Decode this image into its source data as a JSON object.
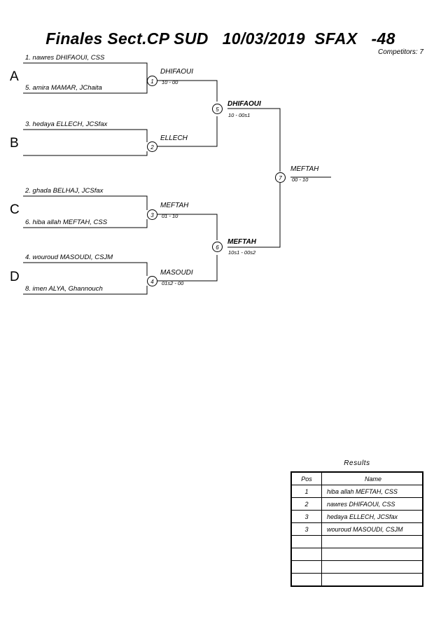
{
  "header": {
    "title": "Finales Sect.CP SUD   10/03/2019  SFAX   -48",
    "competitors_label": "Competitors: 7"
  },
  "groups": [
    {
      "letter": "A"
    },
    {
      "letter": "B"
    },
    {
      "letter": "C"
    },
    {
      "letter": "D"
    }
  ],
  "entries": [
    {
      "label": "1. nawres DHIFAOUI, CSS"
    },
    {
      "label": "5. amira MAMAR, JChaita"
    },
    {
      "label": "3. hedaya ELLECH, JCSfax"
    },
    {
      "label": ""
    },
    {
      "label": "2. ghada BELHAJ, JCSfax"
    },
    {
      "label": "6. hiba allah MEFTAH, CSS"
    },
    {
      "label": "4. wouroud MASOUDI, CSJM"
    },
    {
      "label": "8. imen ALYA, Ghannouch"
    }
  ],
  "matches": [
    {
      "number": "1",
      "winner": "DHIFAOUI",
      "score": "10 - 00"
    },
    {
      "number": "2",
      "winner": "ELLECH",
      "score": ""
    },
    {
      "number": "3",
      "winner": "MEFTAH",
      "score": "01 - 10"
    },
    {
      "number": "4",
      "winner": "MASOUDI",
      "score": "01s2 - 00"
    },
    {
      "number": "5",
      "winner": "DHIFAOUI",
      "score": "10 - 00s1"
    },
    {
      "number": "6",
      "winner": "MEFTAH",
      "score": "10s1 - 00s2"
    },
    {
      "number": "7",
      "winner": "MEFTAH",
      "score": "00 - 10"
    }
  ],
  "results": {
    "caption": "Results",
    "columns": [
      "Pos",
      "Name"
    ],
    "rows": [
      {
        "pos": "1",
        "name": "hiba allah MEFTAH, CSS"
      },
      {
        "pos": "2",
        "name": "nawres DHIFAOUI, CSS"
      },
      {
        "pos": "3",
        "name": "hedaya ELLECH, JCSfax"
      },
      {
        "pos": "3",
        "name": "wouroud MASOUDI, CSJM"
      },
      {
        "pos": "",
        "name": ""
      },
      {
        "pos": "",
        "name": ""
      },
      {
        "pos": "",
        "name": ""
      },
      {
        "pos": "",
        "name": ""
      }
    ]
  }
}
